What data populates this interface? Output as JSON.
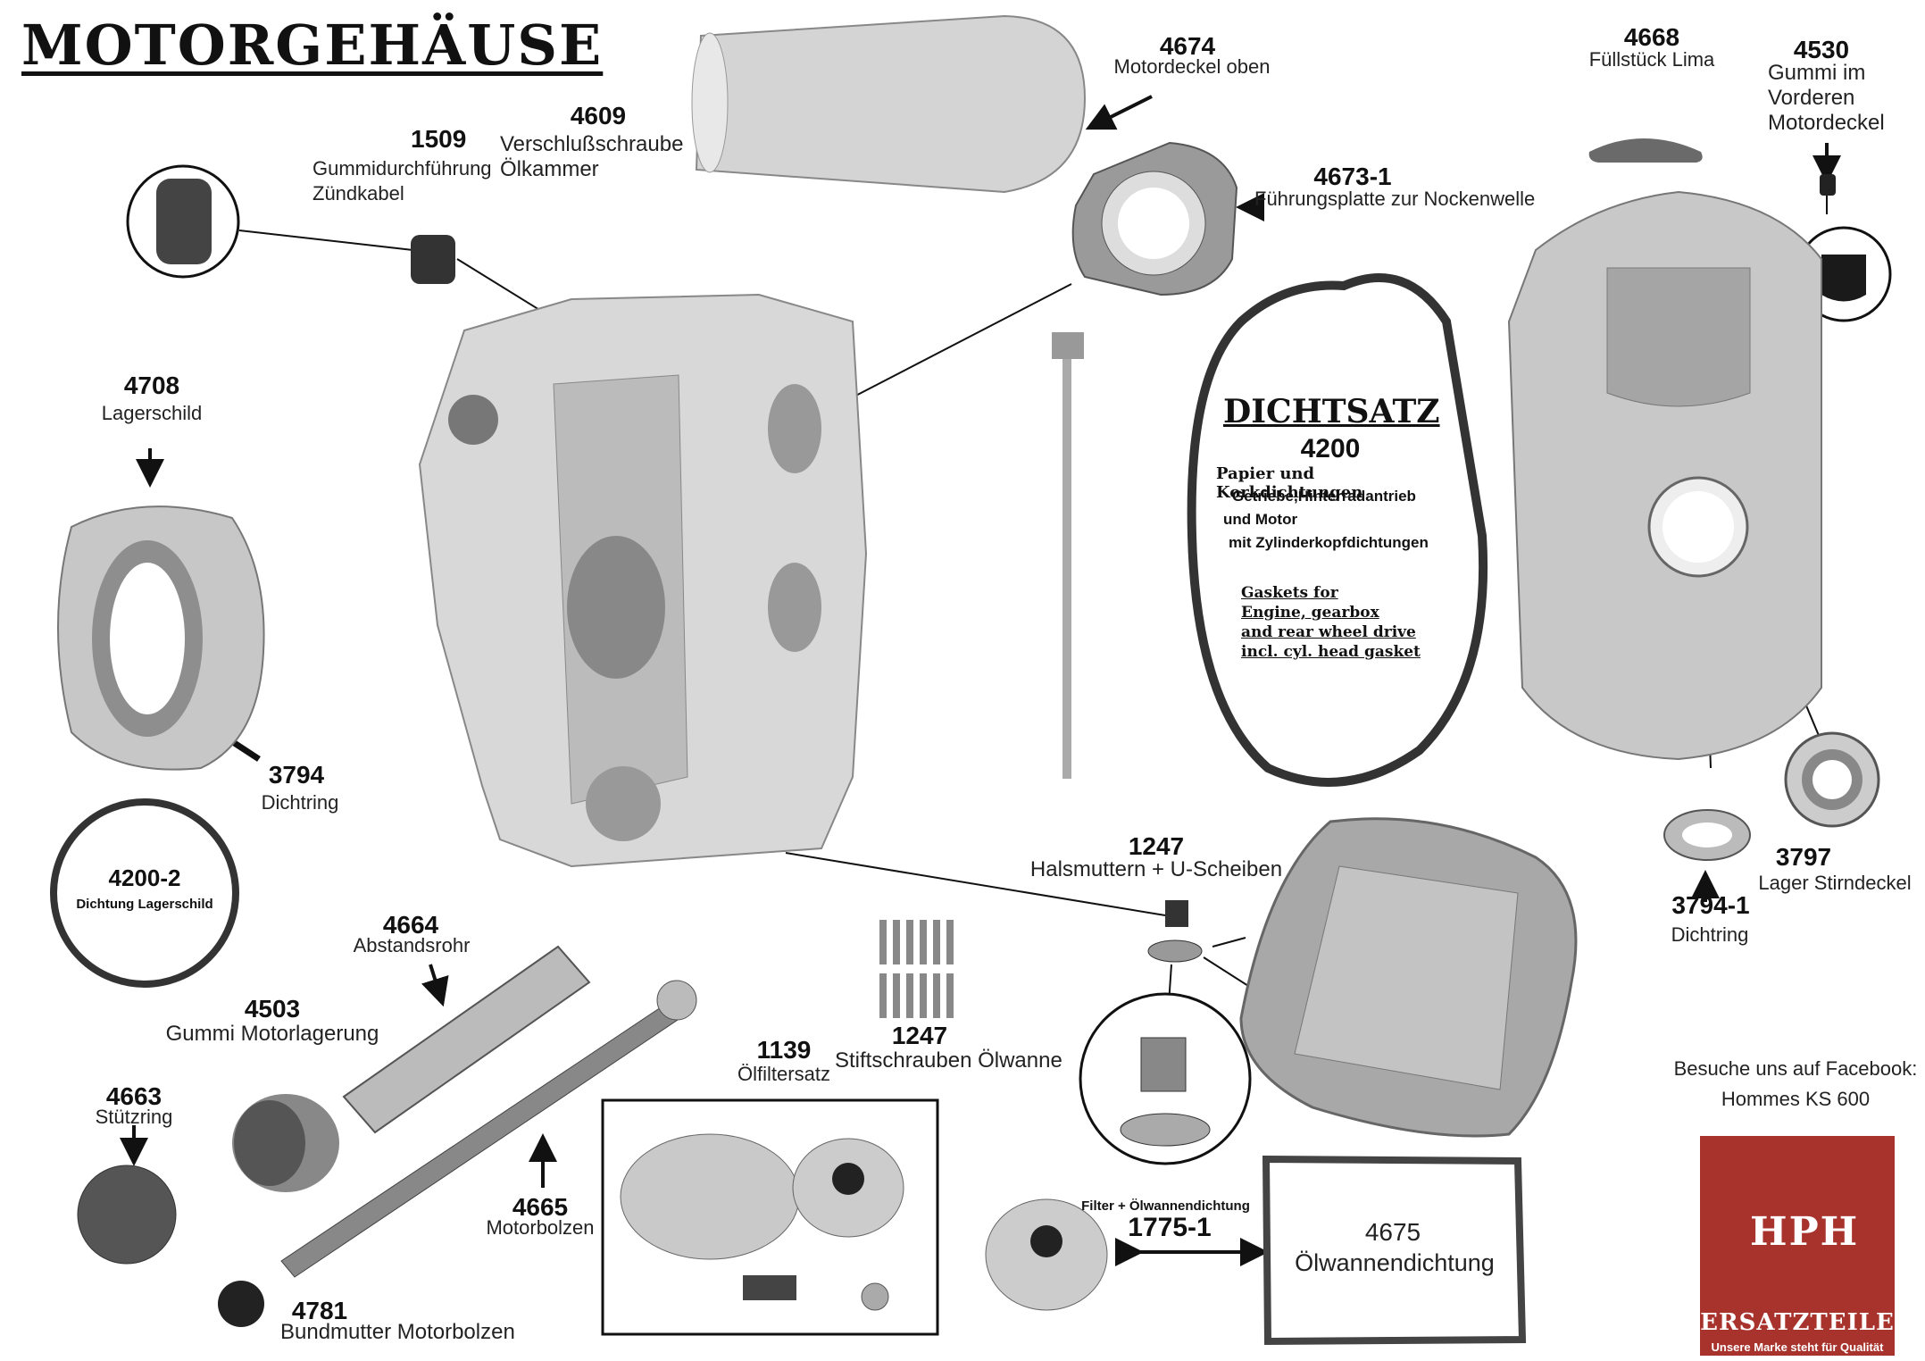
{
  "title": "MOTORGEHÄUSE",
  "parts": {
    "p1509": {
      "num": "1509",
      "label1": "Gummidurchführung",
      "label2": "Zündkabel"
    },
    "p4609": {
      "num": "4609",
      "label1": "Verschlußschraube",
      "label2": "Ölkammer"
    },
    "p4674": {
      "num": "4674",
      "label1": "Motordeckel oben"
    },
    "p4673": {
      "num": "4673-1",
      "label1": "Führungsplatte zur Nockenwelle"
    },
    "p4668": {
      "num": "4668",
      "label1": "Füllstück Lima"
    },
    "p4530": {
      "num": "4530",
      "label1": "Gummi im",
      "label2": "Vorderen",
      "label3": "Motordeckel"
    },
    "p4708": {
      "num": "4708",
      "label1": "Lagerschild"
    },
    "p3794": {
      "num": "3794",
      "label1": "Dichtring"
    },
    "p4200_2": {
      "num": "4200-2",
      "label1": "Dichtung Lagerschild"
    },
    "p4664": {
      "num": "4664",
      "label1": "Abstandsrohr"
    },
    "p4503": {
      "num": "4503",
      "label1": "Gummi Motorlagerung"
    },
    "p4663": {
      "num": "4663",
      "label1": "Stützring"
    },
    "p4665": {
      "num": "4665",
      "label1": "Motorbolzen"
    },
    "p4781": {
      "num": "4781",
      "label1": "Bundmutter Motorbolzen"
    },
    "p1139": {
      "num": "1139",
      "label1": "Ölfiltersatz"
    },
    "p1247a": {
      "num": "1247",
      "label1": "Stiftschrauben Ölwanne"
    },
    "p1247b": {
      "num": "1247",
      "label1": "Halsmuttern + U-Scheiben"
    },
    "p1775": {
      "num": "1775-1",
      "label1": "Filter + Ölwannendichtung"
    },
    "p4675": {
      "num": "4675",
      "label1": "Ölwannendichtung"
    },
    "p3794_1": {
      "num": "3794-1",
      "label1": "Dichtring"
    },
    "p3797": {
      "num": "3797",
      "label1": "Lager Stirndeckel"
    }
  },
  "dichtsatz": {
    "title": "DICHTSATZ",
    "num": "4200",
    "line1": "Papier und Korkdichtungen",
    "line2": "Getriebe,Hinterradantrieb",
    "line3": "und Motor",
    "line4": "mit Zylinderkopfdichtungen",
    "en1": "Gaskets for",
    "en2": "Engine, gearbox",
    "en3": "and rear wheel drive",
    "en4": "incl. cyl. head gasket"
  },
  "facebook": {
    "line1": "Besuche uns auf Facebook:",
    "line2": "Hommes KS 600"
  },
  "logo": {
    "letters": "HPH",
    "brand": "ERSATZTEILE",
    "slogan": "Unsere Marke steht für Qualität",
    "bg": "#a8332d"
  }
}
